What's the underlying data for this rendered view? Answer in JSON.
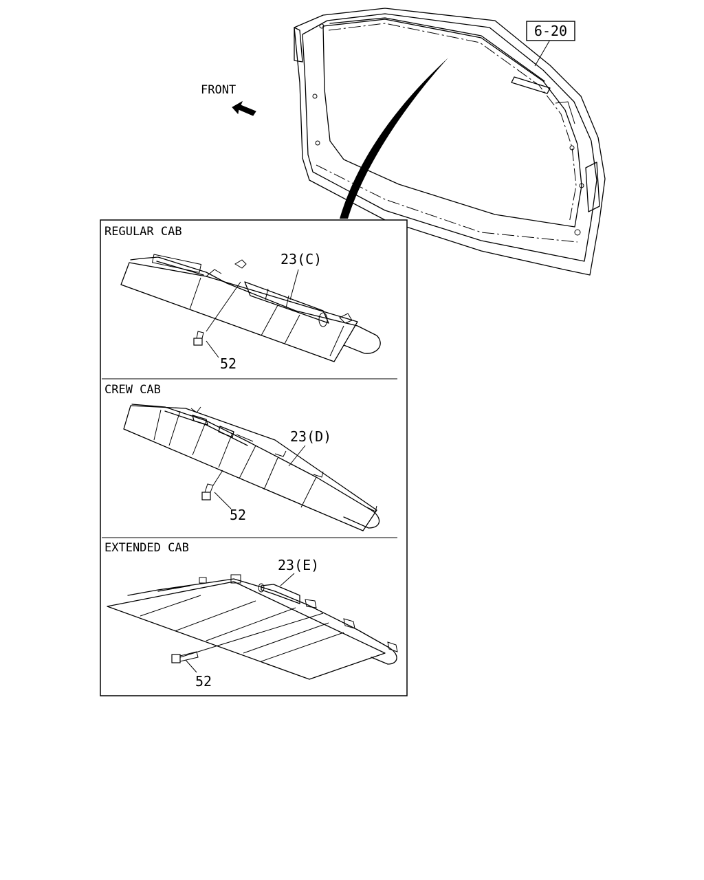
{
  "labels": {
    "front": "FRONT",
    "ref_box": "6-20",
    "panels": [
      {
        "heading": "REGULAR CAB",
        "part": "23(C)",
        "bolt": "52"
      },
      {
        "heading": "CREW CAB",
        "part": "23(D)",
        "bolt": "52"
      },
      {
        "heading": "EXTENDED CAB",
        "part": "23(E)",
        "bolt": "52"
      }
    ]
  },
  "colors": {
    "ink": "#000000",
    "paper": "#ffffff"
  }
}
